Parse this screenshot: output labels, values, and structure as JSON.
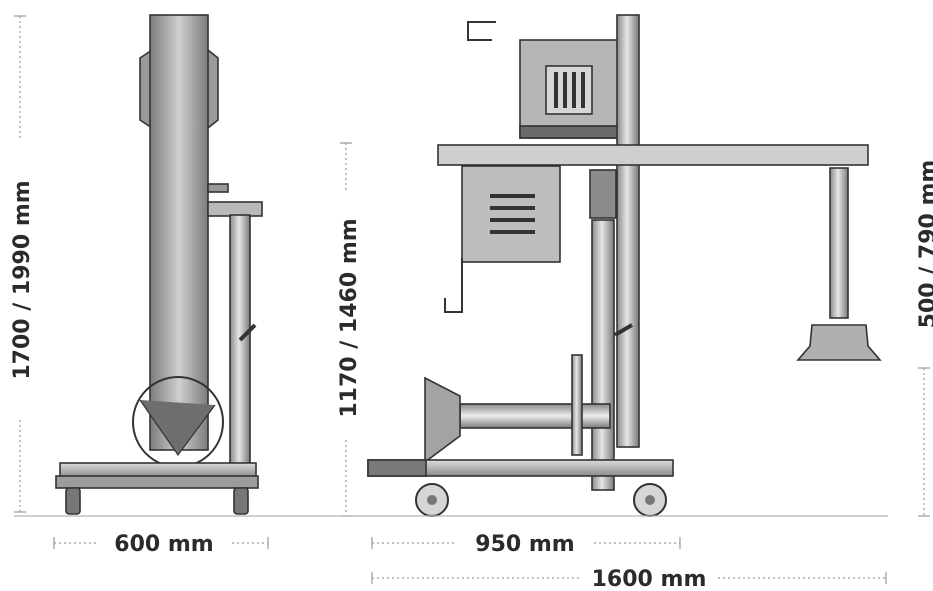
{
  "dimensions": {
    "total_height": "1700 / 1990  mm",
    "working_height": "1170 / 1460  mm",
    "arm_height": "500 / 790  mm",
    "depth": "600  mm",
    "base_length": "950  mm",
    "total_length": "1600  mm"
  },
  "colors": {
    "frame": "#8e8e8e",
    "panel_light": "#c4c4c4",
    "panel_dark": "#6b6b6b",
    "base": "#a9a9a9",
    "dim_text": "#2b2b2b",
    "dim_line": "#9a9a9a"
  }
}
